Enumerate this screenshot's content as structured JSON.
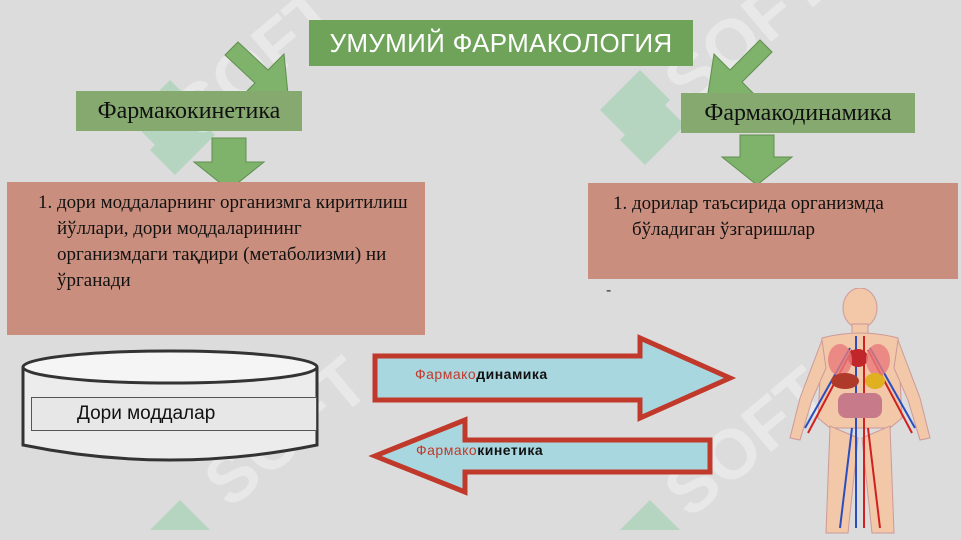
{
  "title": "УМУМИЙ ФАРМАКОЛОГИЯ",
  "left": {
    "heading": "Фармакокинетика",
    "items": [
      "дори моддаларнинг организмга киритилиш йўллари, дори моддаларининг организмдаги тақдири (метаболизми) ни ўрганади"
    ]
  },
  "right": {
    "heading": "Фармакодинамика",
    "items": [
      "дорилар таъсирида организмда бўладиган ўзгаришлар"
    ],
    "dash": "-"
  },
  "drum_label": "Дори моддалар",
  "arrow_right": {
    "prefix": "Фармако",
    "suffix": "динамика"
  },
  "arrow_left": {
    "prefix": "Фармако",
    "suffix": "кинетика"
  },
  "watermark": "SOFT",
  "colors": {
    "title_bg": "#6fa35a",
    "heading_bg": "#85a96f",
    "desc_bg": "#c98e7d",
    "arrow_fill": "#a9d7df",
    "arrow_border": "#c0392b",
    "green_arrow": "#7fb26b"
  }
}
